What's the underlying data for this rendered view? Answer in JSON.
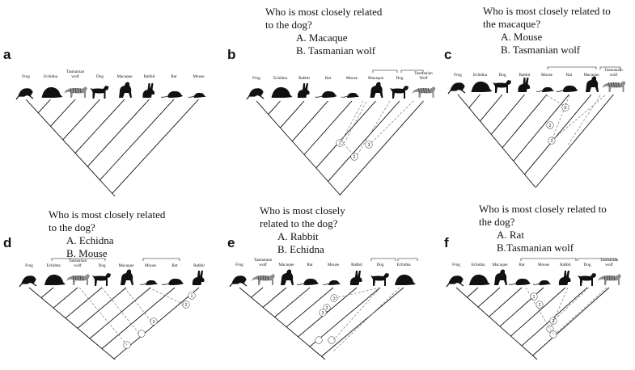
{
  "panels": [
    {
      "letter": "a",
      "question": null,
      "taxa": [
        "Frog",
        "Echidna",
        "Tasmanian wolf",
        "Dog",
        "Macaque",
        "Rabbit",
        "Rat",
        "Mouse"
      ]
    },
    {
      "letter": "b",
      "question": {
        "text": [
          "Who is most closely related",
          "to the dog?"
        ],
        "options": [
          "A.  Macaque",
          "B.  Tasmanian wolf"
        ]
      },
      "taxa": [
        "Frog",
        "Echidna",
        "Rabbit",
        "Rat",
        "Mouse",
        "Macaque",
        "Dog",
        "Tasmanian Wolf"
      ]
    },
    {
      "letter": "c",
      "question": {
        "text": [
          "Who is most closely related to",
          "the macaque?"
        ],
        "options": [
          "A.  Mouse",
          "B.  Tasmanian wolf"
        ]
      },
      "taxa": [
        "Frog",
        "Echidna",
        "Dog",
        "Rabbit",
        "Mouse",
        "Rat",
        "Macaque",
        "Tasmanian wolf"
      ]
    },
    {
      "letter": "d",
      "question": {
        "text": [
          "Who is most closely related",
          "to the dog?"
        ],
        "options": [
          "A.  Echidna",
          "B.  Mouse"
        ]
      },
      "taxa": [
        "Frog",
        "Echidna",
        "Tasmanian wolf",
        "Dog",
        "Macaque",
        "Mouse",
        "Rat",
        "Rabbit"
      ]
    },
    {
      "letter": "e",
      "question": {
        "text": [
          "Who is most closely",
          "related to the dog?"
        ],
        "options": [
          "A.  Rabbit",
          "B.  Echidna"
        ]
      },
      "taxa": [
        "Frog",
        "Tasmanian wolf",
        "Macaque",
        "Rat",
        "Mouse",
        "Rabbit",
        "Dog",
        "Echidna"
      ]
    },
    {
      "letter": "f",
      "question": {
        "text": [
          "Who is most closely related to",
          "the dog?"
        ],
        "options": [
          "A. Rat",
          "B.Tasmanian wolf"
        ]
      },
      "taxa": [
        "Frog",
        "Echidna",
        "Macaque",
        "Rat",
        "Mouse",
        "Rabbit",
        "Dog",
        "Tasmanian wolf"
      ]
    }
  ],
  "node_numbers": [
    "1",
    "2",
    "3"
  ]
}
